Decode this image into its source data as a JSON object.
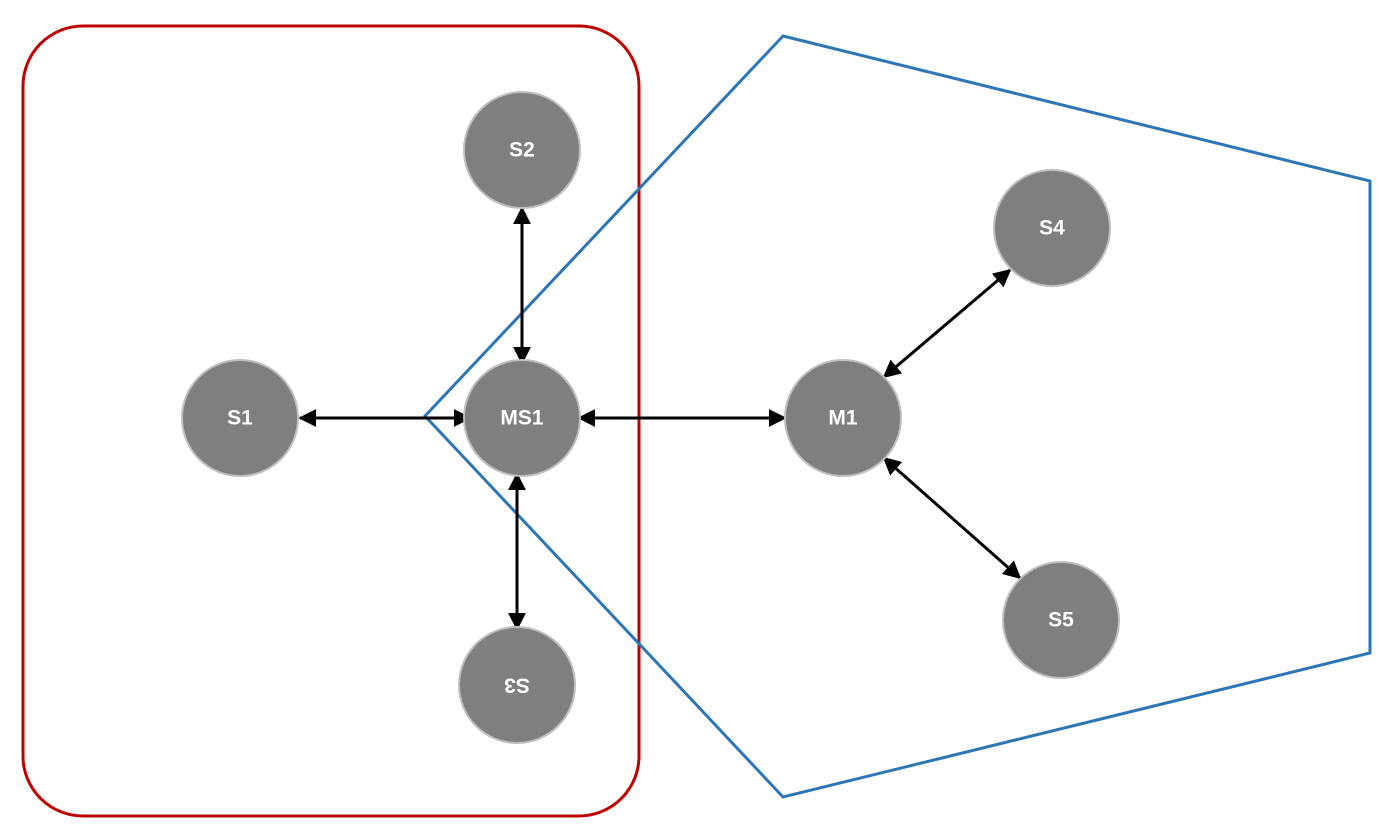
{
  "colors": {
    "node_fill": "#7f7f7f",
    "node_stroke": "#bfbfbf",
    "group_a_border": "#c00000",
    "group_b_border": "#2e75b6",
    "edge": "#000000",
    "label": "#ffffff"
  },
  "nodes": {
    "s1": "S1",
    "s2": "S2",
    "s3": "S3",
    "ms1": "MS1",
    "m1": "M1",
    "s4": "S4",
    "s5": "S5"
  },
  "edges": [
    {
      "from": "MS1",
      "to": "S1",
      "bidirectional": true
    },
    {
      "from": "MS1",
      "to": "S2",
      "bidirectional": true
    },
    {
      "from": "MS1",
      "to": "S3",
      "bidirectional": true
    },
    {
      "from": "MS1",
      "to": "M1",
      "bidirectional": true
    },
    {
      "from": "M1",
      "to": "S4",
      "bidirectional": true
    },
    {
      "from": "M1",
      "to": "S5",
      "bidirectional": true
    }
  ],
  "groups": {
    "rounded_rectangle_members": [
      "S1",
      "S2",
      "S3",
      "MS1"
    ],
    "pentagon_members": [
      "MS1",
      "M1",
      "S4",
      "S5"
    ]
  }
}
